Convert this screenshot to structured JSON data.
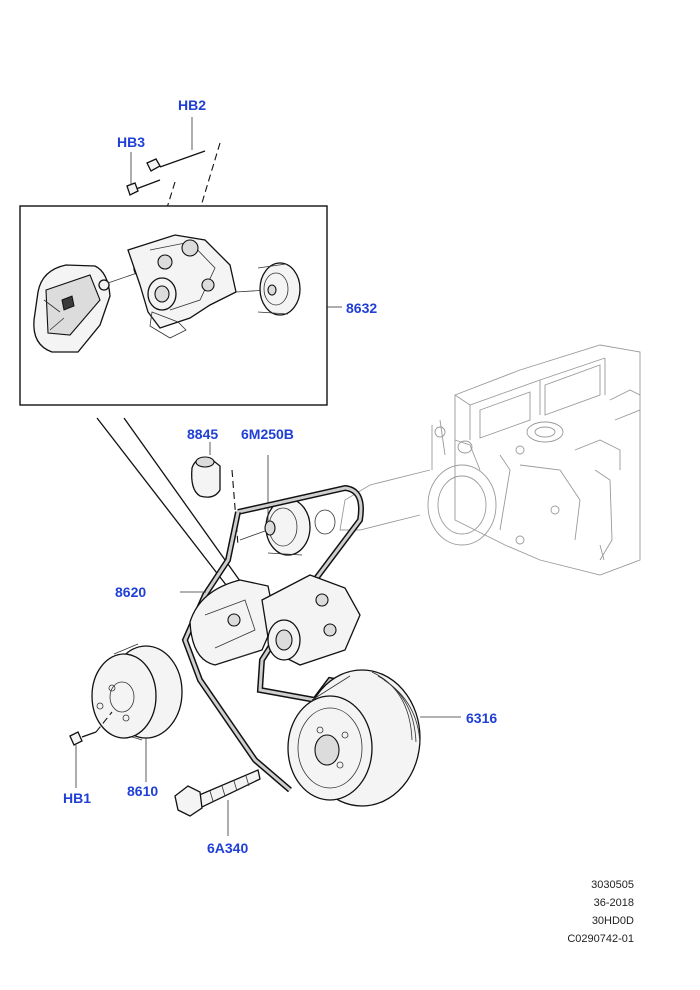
{
  "callouts": {
    "hb2": "HB2",
    "hb3": "HB3",
    "c8632": "8632",
    "c8845": "8845",
    "c6m250b": "6M250B",
    "c8620": "8620",
    "c6316": "6316",
    "c8610": "8610",
    "hb1": "HB1",
    "c6a340": "6A340"
  },
  "reference": {
    "line1": "3030505",
    "line2": "36-2018",
    "line3": "30HD0D",
    "line4": "C0290742-01"
  }
}
